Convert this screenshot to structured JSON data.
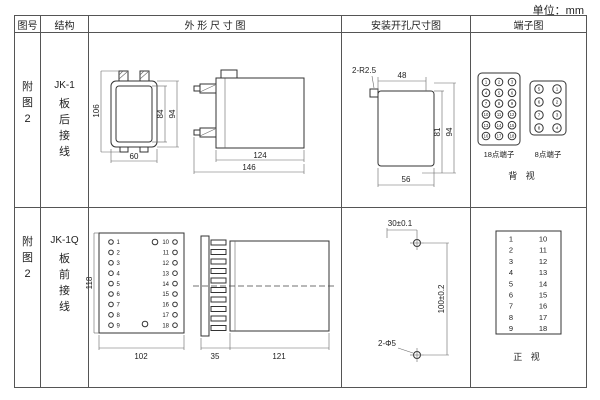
{
  "unit_label": "单位：mm",
  "header": {
    "fig_no": "图号",
    "structure": "结构",
    "outline": "外 形 尺 寸 图",
    "mounting": "安装开孔尺寸图",
    "terminal": "端子图"
  },
  "rows": [
    {
      "fig_no": "附图2",
      "model": "JK-1",
      "wiring": "板后接线",
      "outline_dims": {
        "height_total": "106",
        "height_inner": "84",
        "height_outer": "94",
        "width_front": "60",
        "depth_inner": "124",
        "depth_total": "146"
      },
      "mounting_dims": {
        "corner_radius": "2-R2.5",
        "width_top": "48",
        "height_inner": "81",
        "height_outer": "94",
        "width_bottom": "56"
      },
      "terminal_diagram": {
        "grid18": [
          "1",
          "2",
          "3",
          "4",
          "5",
          "6",
          "7",
          "8",
          "9",
          "10",
          "11",
          "12",
          "13",
          "14",
          "15",
          "16",
          "17",
          "18"
        ],
        "grid8": [
          "5",
          "1",
          "6",
          "2",
          "7",
          "3",
          "8",
          "4"
        ],
        "label_18": "18点端子",
        "label_8": "8点端子",
        "view_label": "背 视"
      }
    },
    {
      "fig_no": "附图2",
      "model": "JK-1Q",
      "wiring": "板前接线",
      "outline_dims": {
        "height": "118",
        "width": "102",
        "depth_terminal": "35",
        "depth_body": "121"
      },
      "front_terminals_left": [
        "1",
        "2",
        "3",
        "4",
        "5",
        "6",
        "7",
        "8",
        "9"
      ],
      "front_terminals_right": [
        "10",
        "11",
        "12",
        "13",
        "14",
        "15",
        "16",
        "17",
        "18"
      ],
      "mounting_dims": {
        "hole_offset": "30±0.1",
        "hole_spacing": "100±0.2",
        "hole_label": "2-Φ5"
      },
      "terminal_diagram": {
        "pairs": [
          [
            "1",
            "10"
          ],
          [
            "2",
            "11"
          ],
          [
            "3",
            "12"
          ],
          [
            "4",
            "13"
          ],
          [
            "5",
            "14"
          ],
          [
            "6",
            "15"
          ],
          [
            "7",
            "16"
          ],
          [
            "8",
            "17"
          ],
          [
            "9",
            "18"
          ]
        ],
        "view_label": "正 视"
      }
    }
  ]
}
